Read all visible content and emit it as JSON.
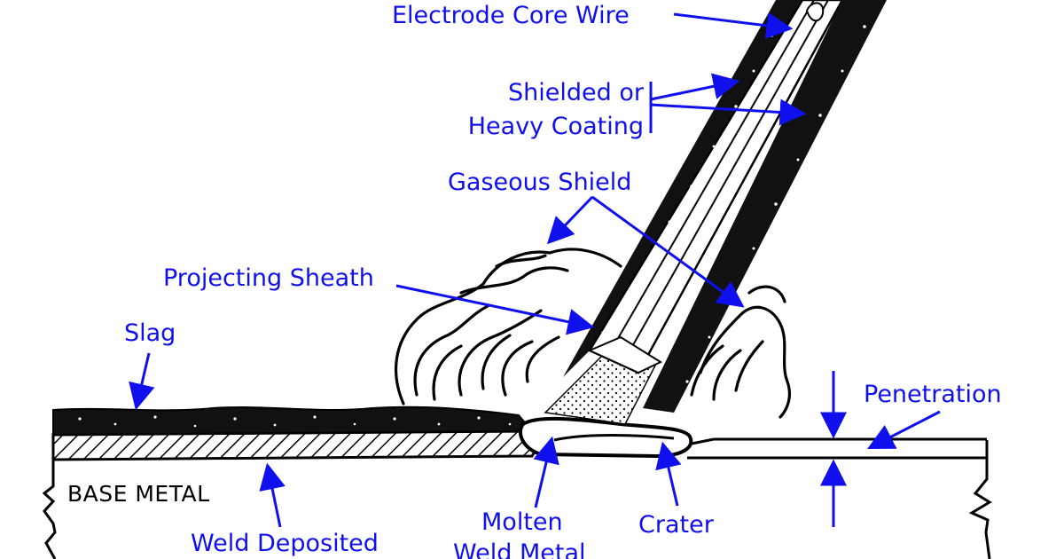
{
  "diagram": {
    "label_color": "#1010ee",
    "line_color": "#000000",
    "labels": {
      "core_wire": "Electrode Core Wire",
      "coating_line1": "Shielded or",
      "coating_line2": "Heavy Coating",
      "gaseous_shield": "Gaseous Shield",
      "projecting_sheath": "Projecting Sheath",
      "slag": "Slag",
      "penetration": "Penetration",
      "base_metal": "BASE METAL",
      "weld_deposited": "Weld Deposited",
      "molten_line1": "Molten",
      "molten_line2": "Weld Metal",
      "crater": "Crater"
    }
  }
}
